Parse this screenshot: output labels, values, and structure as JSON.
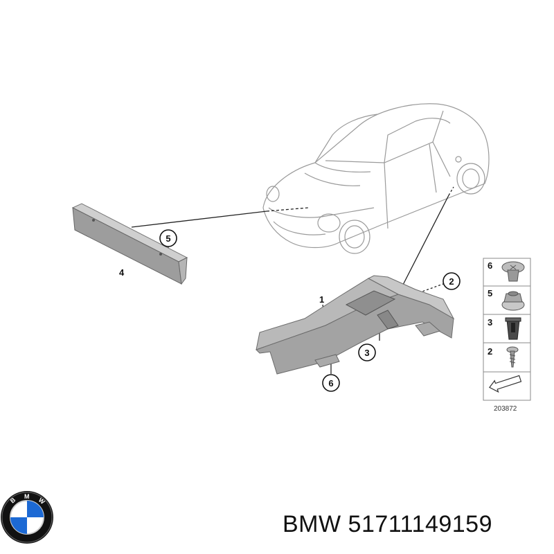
{
  "diagram": {
    "callouts": [
      {
        "id": "c1",
        "label": "1"
      },
      {
        "id": "c2",
        "label": "2"
      },
      {
        "id": "c3",
        "label": "3"
      },
      {
        "id": "c4",
        "label": "4"
      },
      {
        "id": "c5",
        "label": "5"
      },
      {
        "id": "c6",
        "label": "6"
      }
    ],
    "legend": {
      "items": [
        {
          "label": "6",
          "icon": "clip-nut-icon"
        },
        {
          "label": "5",
          "icon": "hex-nut-icon"
        },
        {
          "label": "3",
          "icon": "expanding-nut-icon"
        },
        {
          "label": "2",
          "icon": "screw-icon"
        }
      ],
      "arrow_icon": "arrow-icon",
      "diagram_number": "203872"
    }
  },
  "footer": {
    "brand": "BMW",
    "part_number": "51711149159",
    "logo_letters": [
      "B",
      "M",
      "W"
    ],
    "colors": {
      "logo_blue": "#1c69d4",
      "logo_ring": "#111111",
      "part_gray": "#9a9a9a"
    }
  }
}
